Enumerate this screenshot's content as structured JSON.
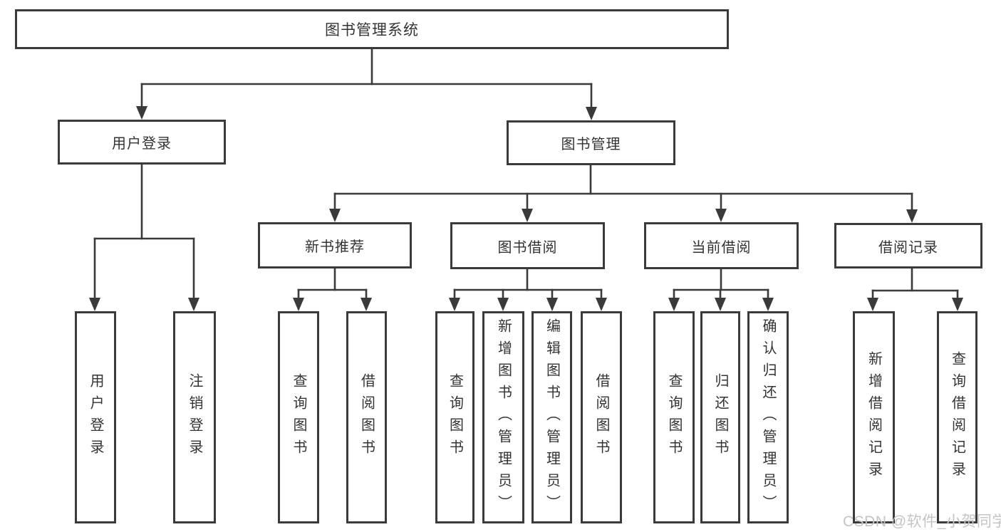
{
  "colors": {
    "line": "#3a3a3a",
    "text": "#333333",
    "background": "#ffffff",
    "watermark": "#c4c4c4"
  },
  "watermark": {
    "text": "CSDN @软件_小贺同学"
  },
  "tree": {
    "root": {
      "label": "图书管理系统"
    },
    "branches": [
      {
        "label": "用户登录",
        "children": [
          {
            "label": "用户登录"
          },
          {
            "label": "注销登录"
          }
        ]
      },
      {
        "label": "图书管理",
        "children": [
          {
            "label": "新书推荐",
            "children": [
              {
                "label": "查询图书"
              },
              {
                "label": "借阅图书"
              }
            ]
          },
          {
            "label": "图书借阅",
            "children": [
              {
                "label": "查询图书"
              },
              {
                "label": "新增图书（管理员）"
              },
              {
                "label": "编辑图书（管理员）"
              },
              {
                "label": "借阅图书"
              }
            ]
          },
          {
            "label": "当前借阅",
            "children": [
              {
                "label": "查询图书"
              },
              {
                "label": "归还图书"
              },
              {
                "label": "确认归还（管理员）"
              }
            ]
          },
          {
            "label": "借阅记录",
            "children": [
              {
                "label": "新增借阅记录"
              },
              {
                "label": "查询借阅记录"
              }
            ]
          }
        ]
      }
    ]
  }
}
